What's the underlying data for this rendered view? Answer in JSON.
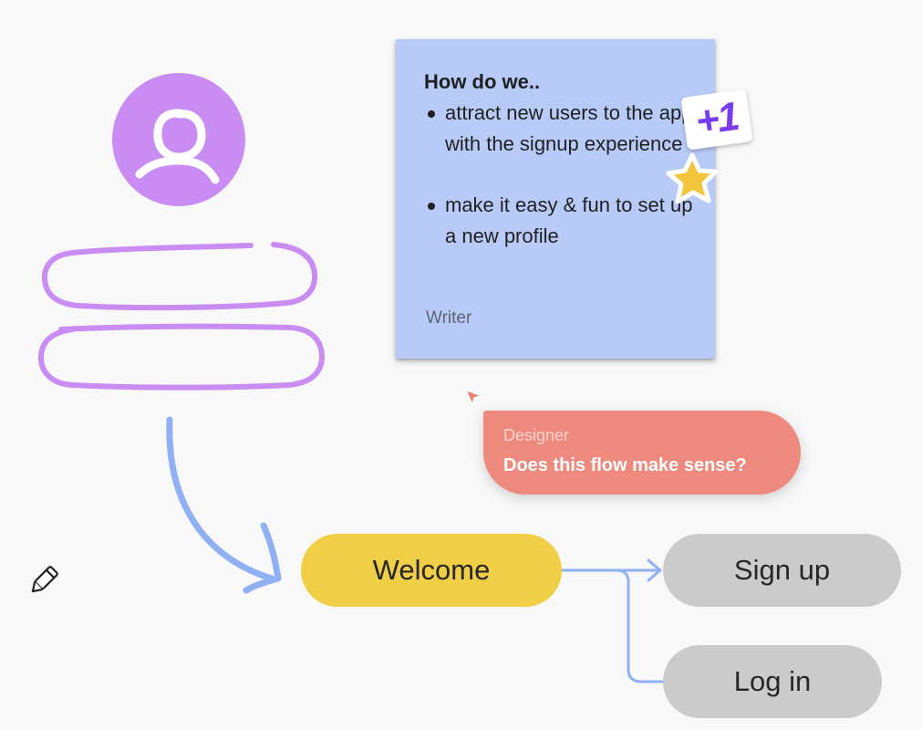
{
  "sticky_note": {
    "title": "How do we..",
    "items": [
      "attract new users to the app with the signup experience",
      "make it easy & fun to set up a new profile"
    ],
    "author": "Writer",
    "color": "#b8cbf8"
  },
  "stickers": {
    "plus_one": "+1",
    "star": "star-icon"
  },
  "comment": {
    "author": "Designer",
    "text": "Does this flow make sense?",
    "color": "#ee8a7d"
  },
  "flow": {
    "welcome": "Welcome",
    "signup": "Sign up",
    "login": "Log in",
    "welcome_color": "#f0ce45",
    "option_color": "#cbcbcb",
    "connector_color": "#8fb0f2"
  },
  "sketch": {
    "avatar_color": "#c98cf3",
    "stroke_color": "#c98cf3"
  },
  "tools": {
    "pencil": "pencil-icon"
  }
}
